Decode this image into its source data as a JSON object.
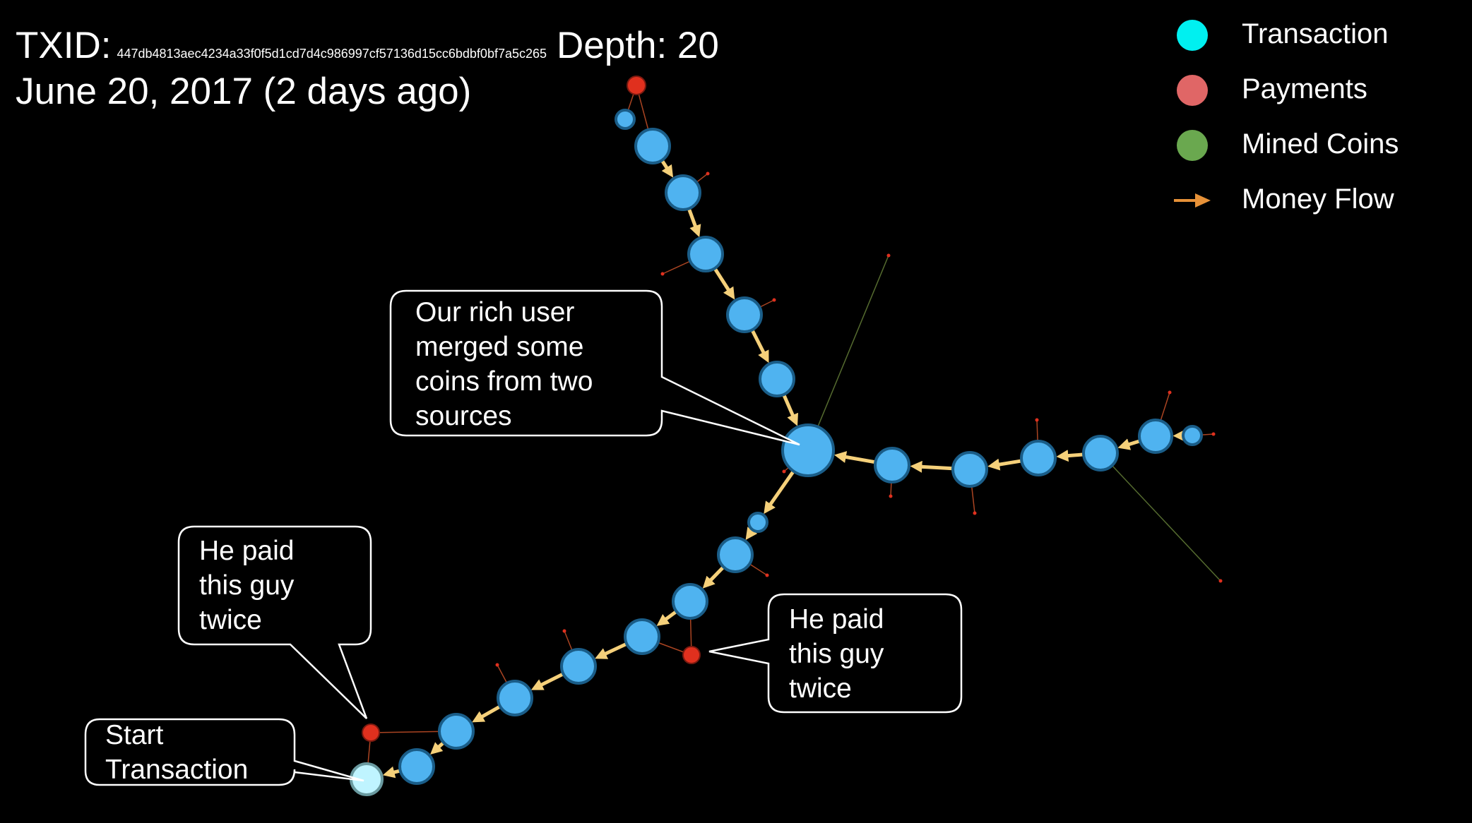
{
  "header": {
    "txid_label": "TXID:",
    "txid_value": "447db4813aec4234a33f0f5d1cd7d4c986997cf57136d15cc6bdbf0bf7a5c265",
    "depth_text": "Depth: 20",
    "date_text": "June 20, 2017 (2 days ago)"
  },
  "legend": [
    {
      "label": "Transaction",
      "color": "#00f0f0",
      "icon": "circle"
    },
    {
      "label": "Payments",
      "color": "#e06666",
      "icon": "circle"
    },
    {
      "label": "Mined Coins",
      "color": "#6aa84f",
      "icon": "circle"
    },
    {
      "label": "Money Flow",
      "color": "#e69138",
      "icon": "arrow-right"
    }
  ],
  "callouts": {
    "merge": "Our rich user merged some coins from two sources",
    "paid_left": "He paid this guy twice",
    "paid_right": "He paid this guy twice",
    "start": "Start Transaction"
  },
  "colors": {
    "transaction_node": "#4fb3f0",
    "transaction_stroke": "#1a5d88",
    "payment_node": "#e0301e",
    "start_node": "#bff4ff",
    "flow_edge": "#f5d07a",
    "background": "#000000"
  }
}
